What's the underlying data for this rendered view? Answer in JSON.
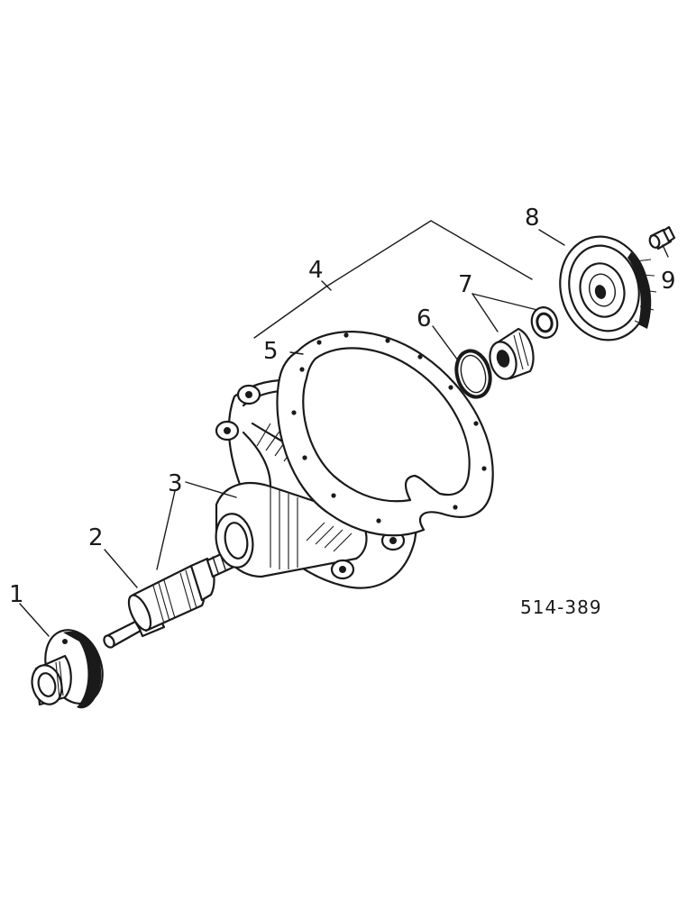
{
  "diagram": {
    "reference_code": "514-389",
    "callouts": [
      {
        "id": "1",
        "label": "1"
      },
      {
        "id": "2",
        "label": "2"
      },
      {
        "id": "3",
        "label": "3"
      },
      {
        "id": "4",
        "label": "4"
      },
      {
        "id": "5",
        "label": "5"
      },
      {
        "id": "6",
        "label": "6"
      },
      {
        "id": "7",
        "label": "7"
      },
      {
        "id": "8",
        "label": "8"
      },
      {
        "id": "9",
        "label": "9"
      }
    ]
  }
}
